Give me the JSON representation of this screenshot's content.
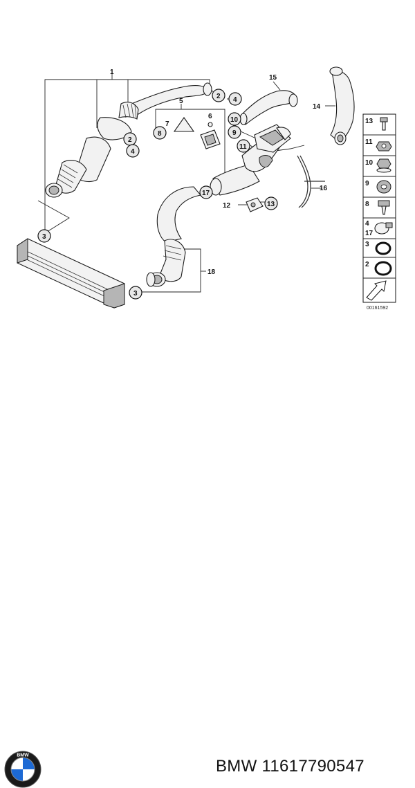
{
  "callouts": {
    "c1": "1",
    "c2a": "2",
    "c4a": "4",
    "c2b": "2",
    "c4b": "4",
    "c5": "5",
    "c6": "6",
    "c7": "7",
    "c8": "8",
    "c9": "9",
    "c10": "10",
    "c11": "11",
    "c12": "12",
    "c13": "13",
    "c14": "14",
    "c15": "15",
    "c16": "16",
    "c17": "17",
    "c18": "18",
    "c3a": "3",
    "c3b": "3"
  },
  "side_panel": [
    {
      "num": "13"
    },
    {
      "num": "11"
    },
    {
      "num": "10"
    },
    {
      "num": "9"
    },
    {
      "num": "8"
    },
    {
      "num": "4",
      "num2": "17"
    },
    {
      "num": "3"
    },
    {
      "num": "2"
    }
  ],
  "catalog_code": "00161592",
  "brand": {
    "logo_text": "BMW",
    "part_label": "BMW 11617790547"
  }
}
